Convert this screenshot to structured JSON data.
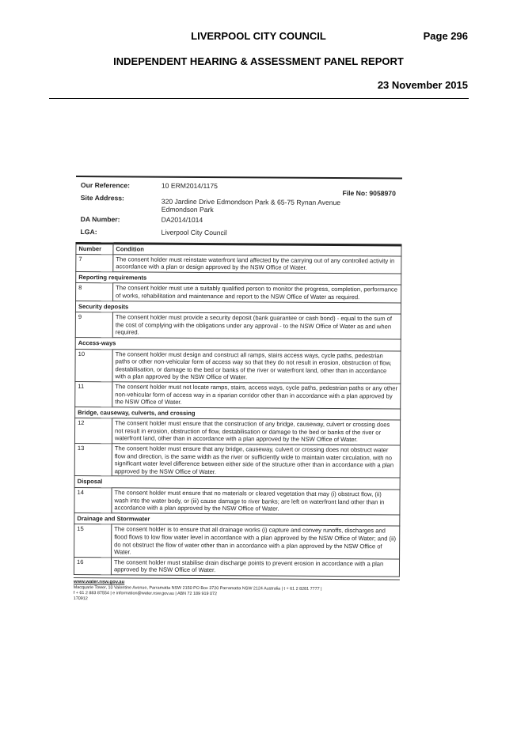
{
  "header": {
    "council": "LIVERPOOL CITY COUNCIL",
    "page": "Page 296",
    "report_title": "INDEPENDENT HEARING & ASSESSMENT PANEL REPORT",
    "date": "23 November 2015"
  },
  "reference": {
    "our_reference_label": "Our Reference:",
    "our_reference_value": "10 ERM2014/1175",
    "file_no": "File No: 9058970",
    "site_address_label": "Site Address:",
    "site_address_value": "320 Jardine Drive Edmondson Park & 65-75 Rynan Avenue Edmondson Park",
    "da_number_label": "DA Number:",
    "da_number_value": "DA2014/1014",
    "lga_label": "LGA:",
    "lga_value": "Liverpool City Council"
  },
  "table": {
    "col_number": "Number",
    "col_condition": "Condition",
    "rows": [
      {
        "number": "7",
        "text": "The consent holder must reinstate waterfront land affected by the carrying out of any controlled activity in accordance with a plan or design approved by the NSW Office of Water."
      },
      {
        "section": "Reporting requirements"
      },
      {
        "number": "8",
        "text": "The consent holder must use a suitably qualified person to monitor the progress, completion, performance of works, rehabilitation and maintenance and report to the NSW Office of Water as required."
      },
      {
        "section": "Security deposits"
      },
      {
        "number": "9",
        "text": "The consent holder must provide a security deposit (bank guarantee or cash bond) - equal to the sum of the cost of complying with the obligations under any approval - to the NSW Office of Water as and when required."
      },
      {
        "section": "Access-ways"
      },
      {
        "number": "10",
        "text": "The consent holder must design and construct all ramps, stairs access ways, cycle paths, pedestrian paths or other non-vehicular form of access way so that they do not result in erosion, obstruction of flow, destabilisation, or damage to the bed or banks of the river or waterfront land, other than in accordance with a plan approved by the NSW Office of Water."
      },
      {
        "number": "11",
        "text": "The consent holder must not locate ramps, stairs, access ways, cycle paths, pedestrian paths or any other non-vehicular form of access way in a riparian corridor other than in accordance with a plan approved by the NSW Office of Water."
      },
      {
        "section": "Bridge, causeway, culverts, and crossing"
      },
      {
        "number": "12",
        "text": "The consent holder must ensure that the construction of any bridge, causeway, culvert or crossing does not result in erosion, obstruction of flow, destabilisation or damage to the bed or banks of the river or waterfront land, other than in accordance with a plan approved by the NSW Office of Water."
      },
      {
        "number": "13",
        "text": "The consent holder must ensure that any bridge, causeway, culvert or crossing does not obstruct water flow and direction, is the same width as the river or sufficiently wide to maintain water circulation, with no significant water level difference between either side of the structure other than in accordance with a plan approved by the NSW Office of Water."
      },
      {
        "section": "Disposal"
      },
      {
        "number": "14",
        "text": "The consent holder must ensure that no materials or cleared vegetation that may (i) obstruct flow, (ii) wash into the water body, or (iii) cause damage to river banks; are left on waterfront land other than in accordance with a plan approved by the NSW Office of Water."
      },
      {
        "section": "Drainage and Stormwater"
      },
      {
        "number": "15",
        "text": "The consent holder is to ensure that all drainage works (i) capture and convey runoffs, discharges and flood flows to low flow water level in accordance with a plan approved by the NSW Office of Water; and (ii) do not obstruct the flow of water other than in accordance with a plan approved by the NSW Office of Water."
      },
      {
        "number": "16",
        "text": "The consent holder must stabilise drain discharge points to prevent erosion in accordance with a plan approved by the NSW Office of Water."
      }
    ]
  },
  "footer": {
    "url": "www.water.nsw.gov.au",
    "line1": "Macquarie Tower, 10 Valentine Avenue, Parramatta NSW 2150   PO Box 3720 Parramatta NSW 2124 Australia |  t + 61 2 8281 7777  |",
    "line2": "f + 61 2 883 87554    |  e information@water.nsw.gov.au  |  ABN 72 189 919 072",
    "line3": "170912"
  }
}
